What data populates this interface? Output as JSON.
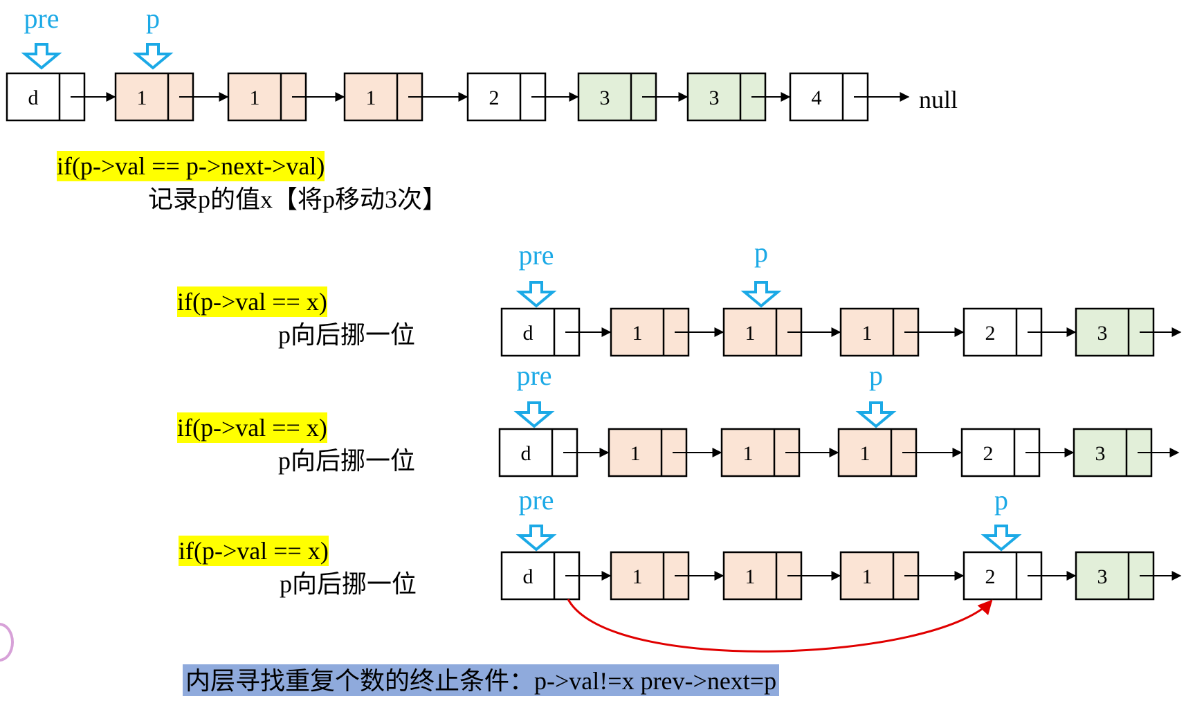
{
  "colors": {
    "pointer": "#1ba9e6",
    "dup_fill": "#fbe4d5",
    "green_fill": "#e2efd9",
    "plain_fill": "#ffffff",
    "highlight": "#ffff00",
    "condition_bg": "#8faadc",
    "link": "#e00000"
  },
  "pointers": {
    "pre": "pre",
    "p": "p"
  },
  "null_label": "null",
  "top": {
    "nodes": [
      {
        "v": "d",
        "c": "plain"
      },
      {
        "v": "1",
        "c": "dup"
      },
      {
        "v": "1",
        "c": "dup"
      },
      {
        "v": "1",
        "c": "dup"
      },
      {
        "v": "2",
        "c": "plain"
      },
      {
        "v": "3",
        "c": "green"
      },
      {
        "v": "3",
        "c": "green"
      },
      {
        "v": "4",
        "c": "plain"
      }
    ],
    "pre_at": 0,
    "p_at": 1
  },
  "rows": [
    {
      "nodes": [
        {
          "v": "d",
          "c": "plain"
        },
        {
          "v": "1",
          "c": "dup"
        },
        {
          "v": "1",
          "c": "dup"
        },
        {
          "v": "1",
          "c": "dup"
        },
        {
          "v": "2",
          "c": "plain"
        },
        {
          "v": "3",
          "c": "green"
        }
      ],
      "pre_at": 0,
      "p_at": 2,
      "code": "if(p->val == x)",
      "action": "p向后挪一位"
    },
    {
      "nodes": [
        {
          "v": "d",
          "c": "plain"
        },
        {
          "v": "1",
          "c": "dup"
        },
        {
          "v": "1",
          "c": "dup"
        },
        {
          "v": "1",
          "c": "dup"
        },
        {
          "v": "2",
          "c": "plain"
        },
        {
          "v": "3",
          "c": "green"
        }
      ],
      "pre_at": 0,
      "p_at": 3,
      "code": "if(p->val == x)",
      "action": "p向后挪一位"
    },
    {
      "nodes": [
        {
          "v": "d",
          "c": "plain"
        },
        {
          "v": "1",
          "c": "dup"
        },
        {
          "v": "1",
          "c": "dup"
        },
        {
          "v": "1",
          "c": "dup"
        },
        {
          "v": "2",
          "c": "plain"
        },
        {
          "v": "3",
          "c": "green"
        }
      ],
      "pre_at": 0,
      "p_at": 4,
      "code": "if(p->val == x)",
      "action": "p向后挪一位",
      "relink": true
    }
  ],
  "text": {
    "top_code": "if(p->val == p->next->val)",
    "top_action": "记录p的值x【将p移动3次】",
    "condition": "内层寻找重复个数的终止条件：p->val!=x   prev->next=p"
  }
}
